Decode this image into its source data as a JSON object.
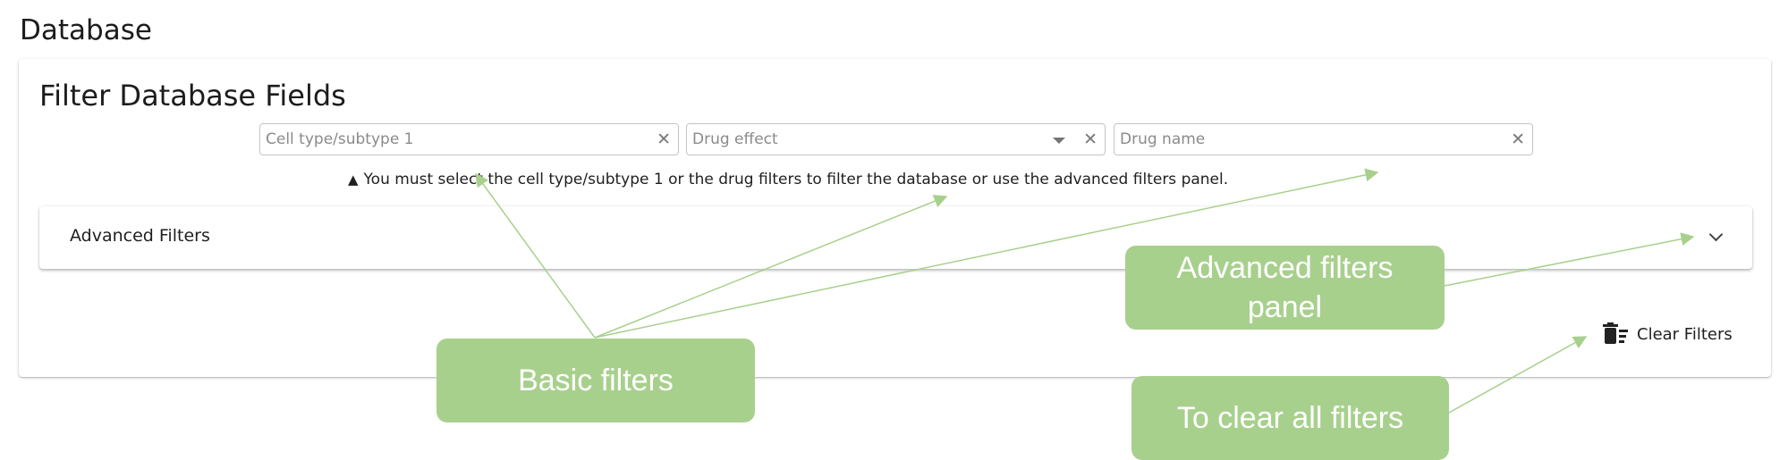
{
  "page": {
    "title": "Database"
  },
  "filters": {
    "title": "Filter Database Fields",
    "cell_type": {
      "placeholder": "Cell type/subtype 1",
      "value": ""
    },
    "drug_effect": {
      "placeholder": "Drug effect",
      "value": ""
    },
    "drug_name": {
      "placeholder": "Drug name",
      "value": ""
    },
    "clear_icon": "close-icon",
    "warning": "You must select the cell type/subtype 1 or the drug filters to filter the database or use the advanced filters panel."
  },
  "advanced": {
    "label": "Advanced Filters",
    "expanded": false
  },
  "clear_filters": {
    "label": "Clear Filters",
    "icon": "delete-sweep-icon"
  },
  "annotations": {
    "color": "#a8d08d",
    "basic": "Basic filters",
    "advanced_line1": "Advanced filters",
    "advanced_line2": "panel",
    "clear": "To clear all filters"
  }
}
